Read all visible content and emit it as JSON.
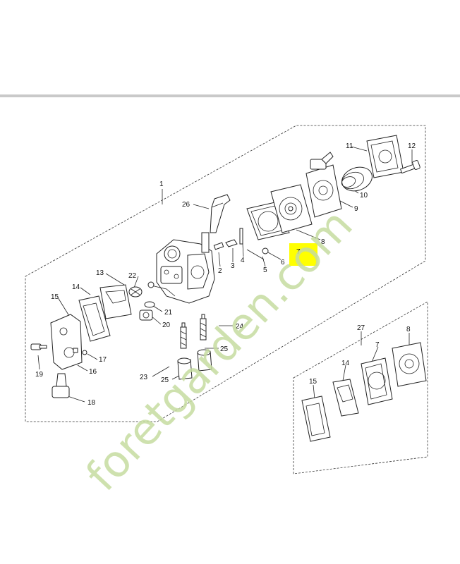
{
  "watermark": {
    "text": "foretgarden.com",
    "color_main": "#c5dca0",
    "color_accent": "#f5c897",
    "color_tail": "#d8d2c8"
  },
  "highlight": {
    "label": "7",
    "color": "#ffff00"
  },
  "top_rule_color": "#c9c9c9",
  "callouts": {
    "c1": "1",
    "c2": "2",
    "c3": "3",
    "c4": "4",
    "c5": "5",
    "c6": "6",
    "c8": "8",
    "c9": "9",
    "c10": "10",
    "c11": "11",
    "c12": "12",
    "c13": "13",
    "c14": "14",
    "c15": "15",
    "c16": "16",
    "c17": "17",
    "c18": "18",
    "c19": "19",
    "c20": "20",
    "c21": "21",
    "c22": "22",
    "c23": "23",
    "c24": "24",
    "c25a": "25",
    "c25b": "25",
    "c26": "26",
    "k27": "27",
    "k8": "8",
    "k7": "7",
    "k14": "14",
    "k15": "15"
  }
}
